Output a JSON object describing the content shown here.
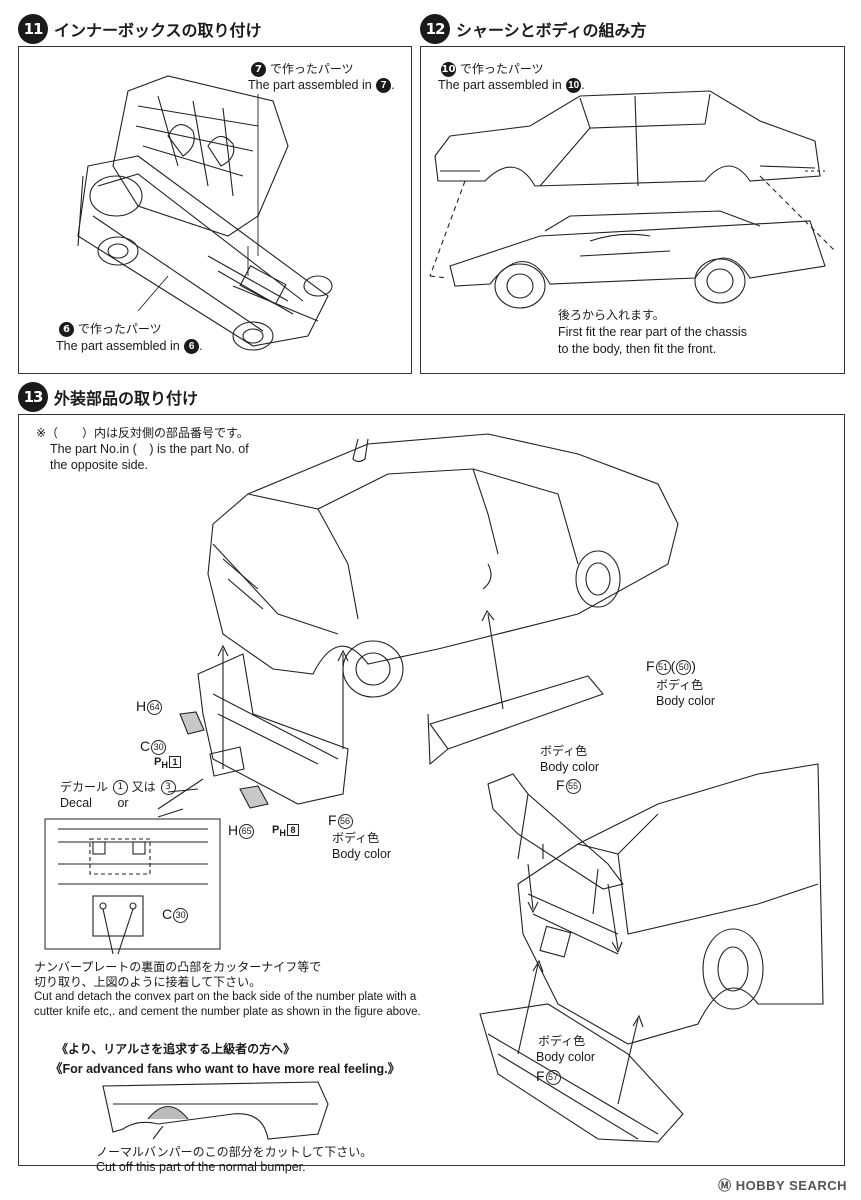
{
  "step11": {
    "num": "11",
    "title": "インナーボックスの取り付け",
    "callout7_jp": "で作ったパーツ",
    "callout7_num": "7",
    "callout7_en": "The part assembled in",
    "callout6_jp": "で作ったパーツ",
    "callout6_num": "6",
    "callout6_en": "The part assembled in"
  },
  "step12": {
    "num": "12",
    "title": "シャーシとボディの組み方",
    "callout10_jp": "で作ったパーツ",
    "callout10_num": "10",
    "callout10_en": "The part assembled in",
    "note_jp": "後ろから入れます。",
    "note_en1": "First fit the rear part of the chassis",
    "note_en2": "to the body, then fit the front."
  },
  "step13": {
    "num": "13",
    "title": "外装部品の取り付け",
    "note_jp": "※（　　）内は反対側の部品番号です。",
    "note_en1": "The part No.in (　) is the part No. of",
    "note_en2": "the opposite side.",
    "parts": {
      "h64_letter": "H",
      "h64_num": "64",
      "c30_letter": "C",
      "c30_num": "30",
      "ph1_prefix": "P",
      "ph1_sub": "H",
      "ph1_num": "1",
      "decal_jp": "デカール",
      "decal_en": "Decal",
      "decal_n1": "1",
      "decal_or_jp": "又は",
      "decal_or_en": "or",
      "decal_n3": "3",
      "h65_letter": "H",
      "h65_num": "65",
      "ph8_prefix": "P",
      "ph8_sub": "H",
      "ph8_num": "8",
      "f56_letter": "F",
      "f56_num": "56",
      "f56_color_jp": "ボディ色",
      "f56_color_en": "Body color",
      "f51_letter": "F",
      "f51_num": "51",
      "f51_alt": "50",
      "f51_color_jp": "ボディ色",
      "f51_color_en": "Body color",
      "f55_color_jp": "ボディ色",
      "f55_color_en": "Body color",
      "f55_letter": "F",
      "f55_num": "55",
      "f57_color_jp": "ボディ色",
      "f57_color_en": "Body color",
      "f57_letter": "F",
      "f57_num": "57",
      "c30b_letter": "C",
      "c30b_num": "30"
    },
    "plate_note_jp1": "ナンバープレートの裏面の凸部をカッターナイフ等で",
    "plate_note_jp2": "切り取り、上図のように接着して下さい。",
    "plate_note_en1": "Cut and detach the convex part on the back side of the number plate with a",
    "plate_note_en2": "cutter knife etc,. and cement the number plate as shown in the figure above.",
    "advanced_jp": "《より、リアルさを追求する上級者の方へ》",
    "advanced_en": "《For advanced fans who want to have more real feeling.》",
    "bumper_note_jp": "ノーマルバンパーのこの部分をカットして下さい。",
    "bumper_note_en": "Cut off this part of the normal bumper."
  },
  "watermark": "HOBBY SEARCH"
}
